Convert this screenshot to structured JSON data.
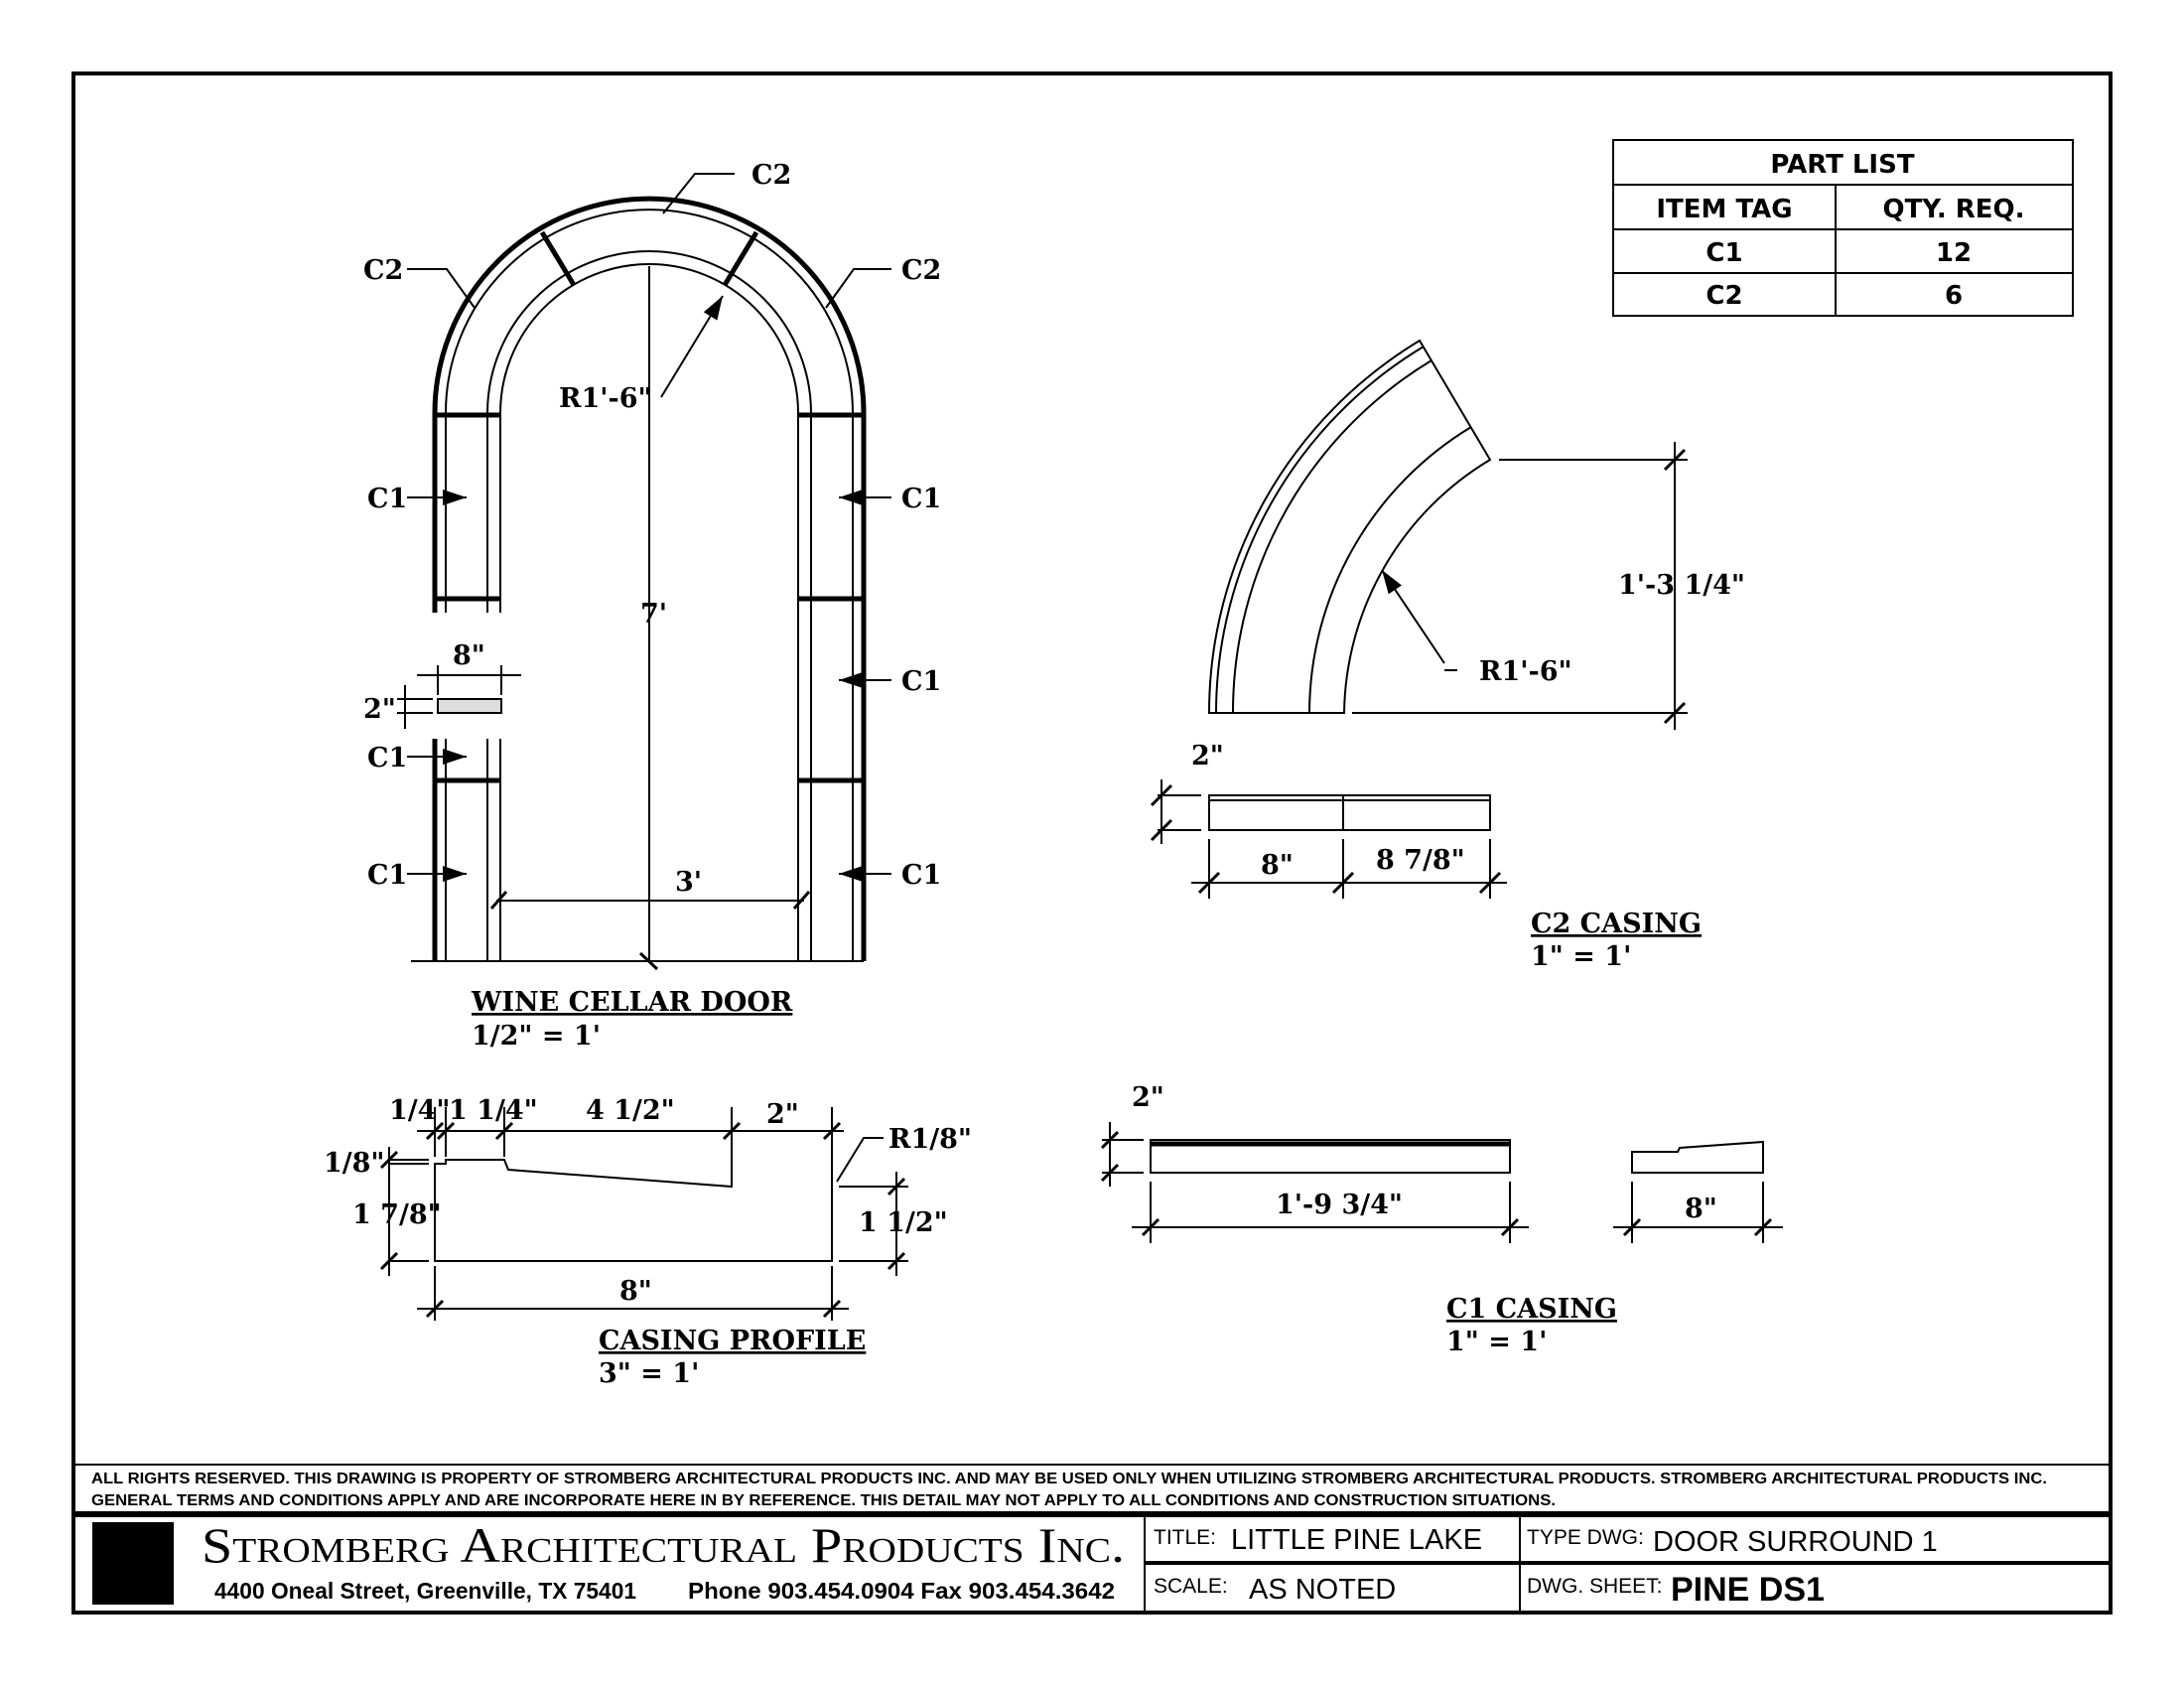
{
  "part_list": {
    "title": "PART LIST",
    "headers": [
      "ITEM TAG",
      "QTY. REQ."
    ],
    "rows": [
      {
        "tag": "C1",
        "qty": "12"
      },
      {
        "tag": "C2",
        "qty": "6"
      }
    ]
  },
  "door_elevation": {
    "title": "WINE CELLAR DOOR",
    "scale": "1/2\" = 1'",
    "labels": {
      "c2_top": "C2",
      "c2_left": "C2",
      "c2_right": "C2",
      "radius": "R1'-6\"",
      "height": "7'",
      "width": "3'",
      "c1": "C1",
      "section_width": "8\"",
      "section_height": "2\""
    }
  },
  "c2_casing": {
    "title": "C2  CASING",
    "scale": "1\" = 1'",
    "rise": "1'-3 1/4\"",
    "radius": "R1'-6\"",
    "thickness": "2\"",
    "width": "8\"",
    "length": "8 7/8\""
  },
  "casing_profile": {
    "title": "CASING PROFILE",
    "scale": "3\" = 1'",
    "dims": {
      "a": "1/4\"",
      "b": "1 1/4\"",
      "c": "4 1/2\"",
      "d": "2\"",
      "radius": "R1/8\"",
      "step": "1/8\"",
      "left_height": "1 7/8\"",
      "right_height": "1 1/2\"",
      "width": "8\""
    }
  },
  "c1_casing": {
    "title": "C1  CASING",
    "scale": "1\" = 1'",
    "thickness": "2\"",
    "length": "1'-9 3/4\"",
    "width": "8\""
  },
  "notes": {
    "line1": "ALL RIGHTS RESERVED. THIS DRAWING IS PROPERTY OF STROMBERG ARCHITECTURAL PRODUCTS INC. AND MAY BE USED ONLY WHEN UTILIZING STROMBERG ARCHITECTURAL PRODUCTS.  STROMBERG ARCHITECTURAL PRODUCTS INC.",
    "line2": "GENERAL TERMS AND CONDITIONS APPLY AND ARE INCORPORATE HERE IN BY REFERENCE.  THIS DETAIL MAY NOT APPLY TO ALL CONDITIONS AND CONSTRUCTION SITUATIONS."
  },
  "title_block": {
    "company": "Stromberg Architectural Products Inc.",
    "address": "4400 Oneal Street, Greenville, TX  75401",
    "contact": "Phone 903.454.0904   Fax 903.454.3642",
    "title_label": "TITLE:",
    "title_value": "LITTLE PINE LAKE",
    "type_label": "TYPE DWG:",
    "type_value": "DOOR SURROUND 1",
    "scale_label": "SCALE:",
    "scale_value": "AS NOTED",
    "sheet_label": "DWG. SHEET:",
    "sheet_value": "PINE DS1"
  }
}
